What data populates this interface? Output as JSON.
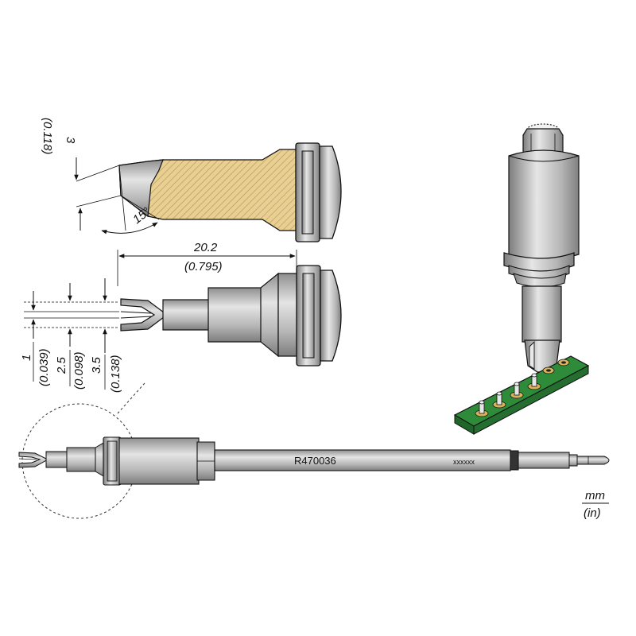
{
  "dimensions": {
    "tip_thickness_mm": "3",
    "tip_thickness_in": "(0.118)",
    "angle": "15°",
    "length_mm": "20.2",
    "length_in": "(0.795)",
    "slot1_mm": "1",
    "slot1_in": "(0.039)",
    "slot2_mm": "2.5",
    "slot2_in": "(0.098)",
    "slot3_mm": "3.5",
    "slot3_in": "(0.138)"
  },
  "cartridge": {
    "reference": "R470036",
    "marking": "xxxxxx"
  },
  "units": {
    "primary": "mm",
    "secondary": "(in)"
  },
  "colors": {
    "metal": "#b5b5b5",
    "metal_dark": "#8c8c8c",
    "solder_hatch": "#d9bb7c",
    "pcb_green": "#2e8b3a",
    "pcb_pad": "#d8b35a"
  }
}
